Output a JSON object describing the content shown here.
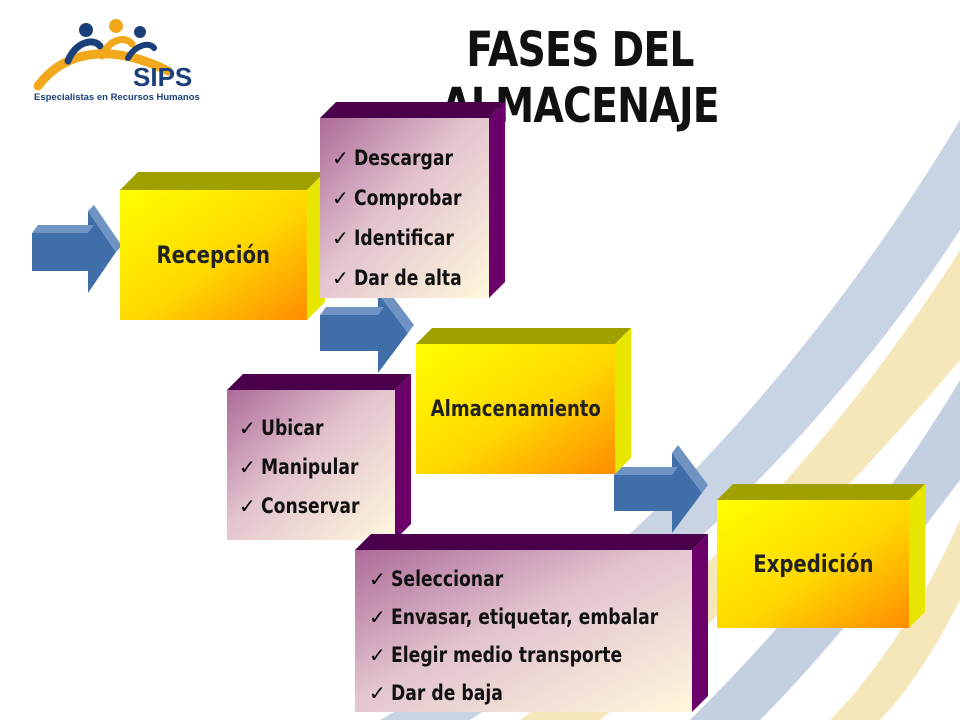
{
  "title": "FASES DEL ALMACENAJE",
  "logo": {
    "brand": "SIPS",
    "caption": "Especialistas en Recursos Humanos"
  },
  "colors": {
    "phase_box_light": "#ffff00",
    "phase_box_dark": "#ff8c00",
    "task_box_side": "#6b006b",
    "arrow": "#3f6ea8"
  },
  "phases": [
    {
      "label": "Recepción",
      "tasks": [
        "Descargar",
        "Comprobar",
        "Identificar",
        "Dar de alta"
      ]
    },
    {
      "label": "Almacenamiento",
      "tasks": [
        "Ubicar",
        "Manipular",
        "Conservar"
      ]
    },
    {
      "label": "Expedición",
      "tasks": [
        "Seleccionar",
        "Envasar, etiquetar, embalar",
        "Elegir medio transporte",
        "Dar de baja"
      ]
    }
  ]
}
